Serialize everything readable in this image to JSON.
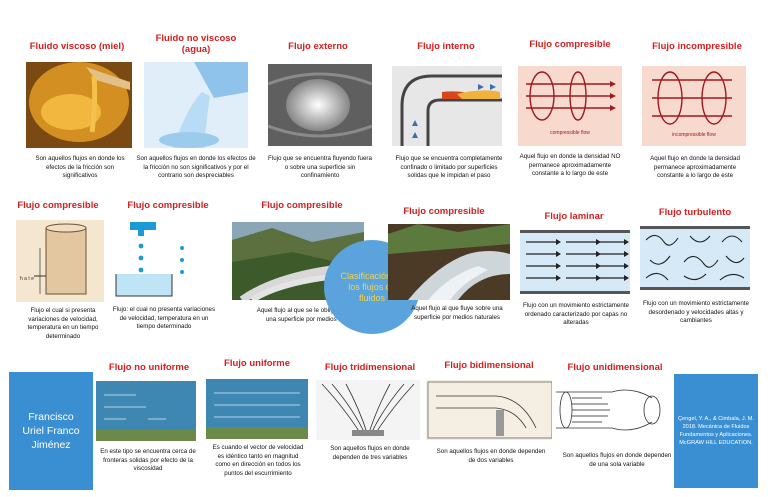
{
  "center": {
    "text": "Clasificación de los flujos de fluidos"
  },
  "author": {
    "name": "Francisco Uriel Franco Jiménez"
  },
  "reference": {
    "text": "Çengel, Y. A., & Cimbala, J. M. 2018. Mecánica de Fluidos Fundamentos y Aplicaciones. McGRAW HILL EDUCATION."
  },
  "cards": [
    {
      "title": "Fluido viscoso (miel)",
      "desc": "Son aquellos flujos en donde los efectos de la fricción son significativos"
    },
    {
      "title": "Fluido no viscoso (agua)",
      "desc": "Son aquellos flujos en donde los efectos de la fricción no son significativos y por el contrario son despreciables"
    },
    {
      "title": "Flujo externo",
      "desc": "Flujo que se encuentra fluyendo fuera o sobre una superficie sin confinamiento"
    },
    {
      "title": "Flujo interno",
      "desc": "Flujo que se encuentra completamente confinado o limitado por superficies solidas que le impidan el paso"
    },
    {
      "title": "Flujo compresible",
      "desc": "Aquel flujo en donde la densidad NO permanece aproximadamente constante a lo largo de este",
      "img_label": "compressible flow"
    },
    {
      "title": "Flujo incompresible",
      "desc": "Aquel flujo en donde la densidad permanece aproximadamente constante a lo largo de este",
      "img_label": "incompressible flow"
    },
    {
      "title": "Flujo compresible",
      "desc": "Flujo el cual si presenta variaciones de velocidad, temperatura en un tiempo determinado",
      "img_label": "h a t e"
    },
    {
      "title": "Flujo compresible",
      "desc": "Flujo: el cual no presenta variaciones de velocidad, temperatura en un tiempo determinado"
    },
    {
      "title": "Flujo compresible",
      "desc": "Aquel flujo al que se le obliga a fluir sobre una superficie por medios externos"
    },
    {
      "title": "Flujo compresible",
      "desc": "Aquel flujo al que fluye sobre una superficie por medios naturales"
    },
    {
      "title": "Flujo laminar",
      "desc": "Flujo con un movimiento estrictamente ordenado caracterizado por capas no alteradas"
    },
    {
      "title": "Flujo turbulento",
      "desc": "Flujo con un movimiento estrictamente desordenado y velocidades altas y cambiantes"
    },
    {
      "title": "Flujo no uniforme",
      "desc": "En este tipo se encuentra cerca de fronteras solidas por efecto de la viscosidad"
    },
    {
      "title": "Flujo uniforme",
      "desc": "Es cuando el vector de velocidad es idéntico tanto en magnitud como en dirección en todos los puntos del escurrimiento"
    },
    {
      "title": "Flujo tridimensional",
      "desc": "Son aquellos flujos en donde dependen de tres variables"
    },
    {
      "title": "Flujo bidimensional",
      "desc": "Son aquellos flujos en donde dependen de dos variables"
    },
    {
      "title": "Flujo unidimensional",
      "desc": "Son aquellos flujos en donde dependen de una sola variable"
    }
  ],
  "colors": {
    "title_red": "#d42020",
    "box_blue": "#3a8fd3",
    "circle_blue": "#5aa3dd",
    "circle_text": "#f3d34a"
  }
}
